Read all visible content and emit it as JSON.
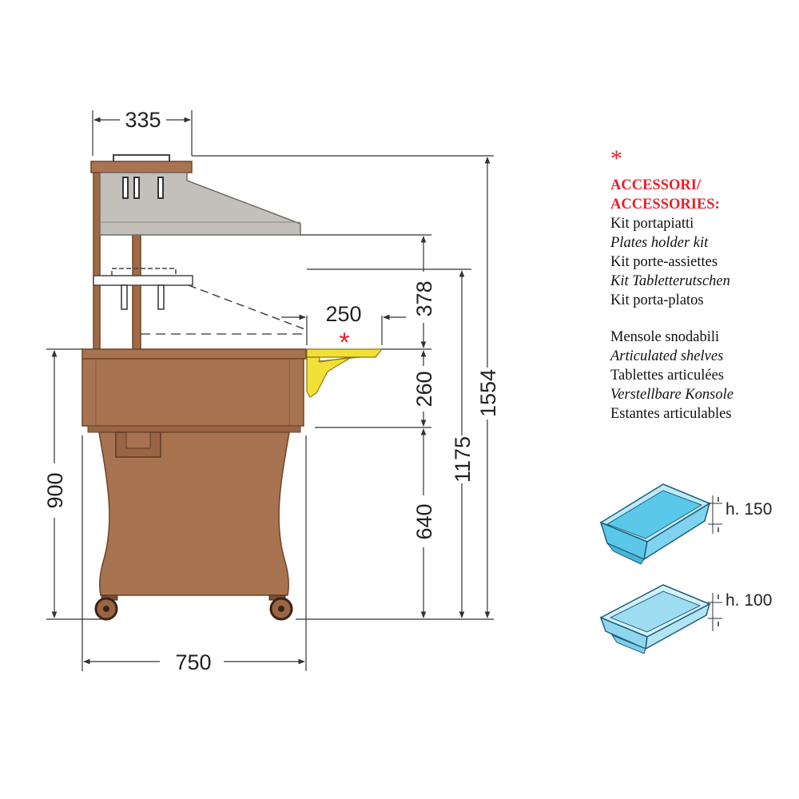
{
  "dimensions": {
    "top_width": "335",
    "shelf_extension": "250",
    "upper_gap": "378",
    "counter_height": "260",
    "lower_section": "640",
    "total_height_to_counter": "1175",
    "total_height": "1554",
    "base_height": "900",
    "depth": "750"
  },
  "accessory_marker": "*",
  "legend": {
    "marker": "*",
    "title_line1": "ACCESSORI/",
    "title_line2": "ACCESSORIES:",
    "group1": [
      "Kit portapiatti",
      "Plates holder kit",
      "Kit porte-assiettes",
      "Kit Tabletterutschen",
      "Kit porta-platos"
    ],
    "group2": [
      "Mensole snodabili",
      "Articulated shelves",
      "Tablettes articulées",
      "Verstellbare Konsole",
      "Estantes articulables"
    ]
  },
  "containers": [
    {
      "label": "h. 150"
    },
    {
      "label": "h. 100"
    }
  ],
  "colors": {
    "cabinet": "#a87350",
    "cabinet_dark": "#7a4e33",
    "canopy": "#b9b5b0",
    "shelf_accessory": "#f2e037",
    "container_fill": "#5bc8ea",
    "container_light": "#bfe9f7",
    "accent_red": "#e8202a"
  }
}
